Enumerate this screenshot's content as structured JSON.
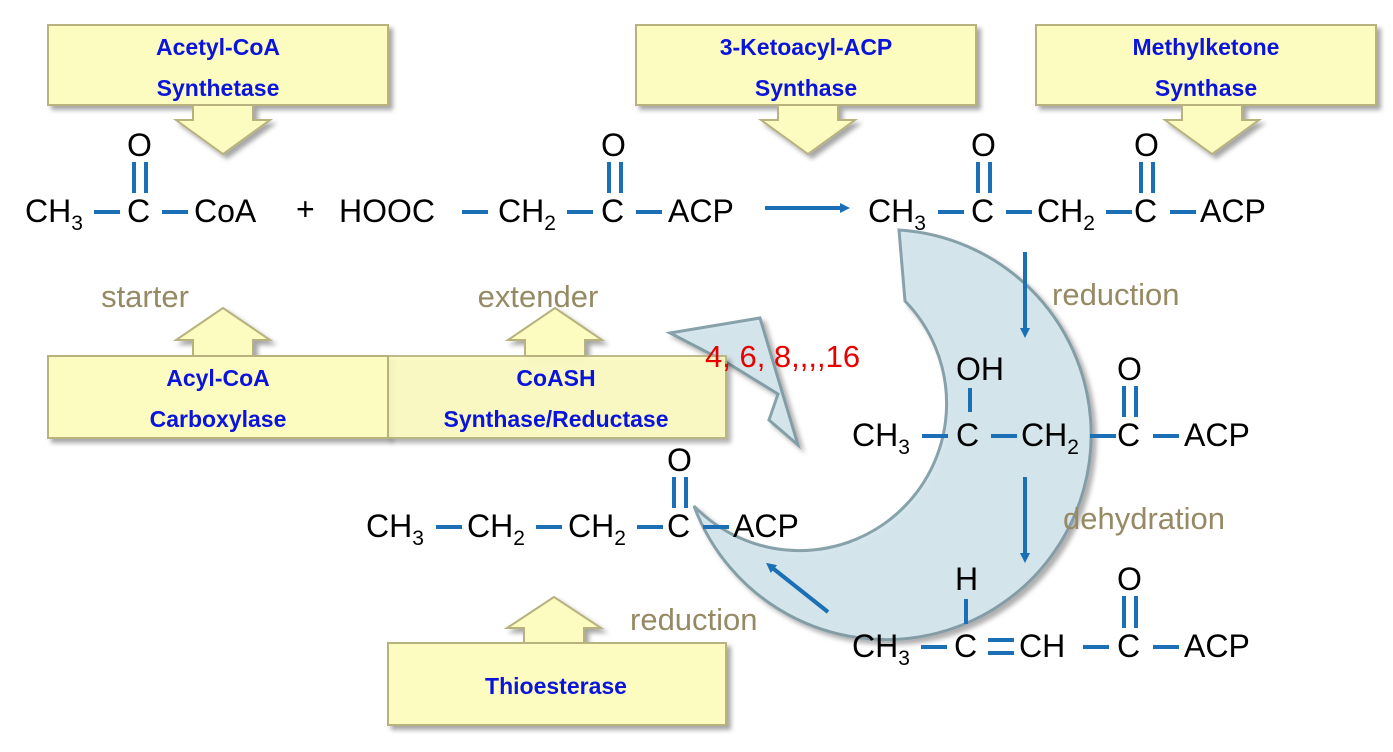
{
  "enzymes": {
    "acetyl_coa_synthetase": [
      "Acetyl-CoA",
      "Synthetase"
    ],
    "ketoacyl_acp_synthase": [
      "3-Ketoacyl-ACP",
      "Synthase"
    ],
    "methylketone_synthase": [
      "Methylketone",
      "Synthase"
    ],
    "acyl_coa_carboxylase": [
      "Acyl-CoA",
      "Carboxylase"
    ],
    "coash_synthase_reductase": [
      "CoASH",
      "Synthase/Reductase"
    ],
    "thioesterase": [
      "Thioesterase"
    ]
  },
  "labels": {
    "starter": "starter",
    "extender": "extender",
    "reduction_1": "reduction",
    "dehydration": "dehydration",
    "reduction_2": "reduction",
    "chain_lengths": "4, 6, 8,,,,16"
  },
  "atoms": {
    "ch3": "CH",
    "ch2": "CH",
    "sub3": "3",
    "sub2": "2",
    "c": "C",
    "o": "O",
    "oh": "OH",
    "h": "H",
    "ch": "CH",
    "coa": "CoA",
    "acp": "ACP",
    "hooc": "HOOC",
    "plus": "+"
  },
  "colors": {
    "enzyme_box_fill": "#fdfcc0",
    "enzyme_box_border": "#b7b27e",
    "enzyme_text": "#0a14dc",
    "label_text": "#968a64",
    "chain_text": "#e60000",
    "bond_and_arrow": "#1a6fb5",
    "cycle_arrow_fill": "#d3e7ee",
    "cycle_arrow_stroke": "#7d98a2"
  }
}
